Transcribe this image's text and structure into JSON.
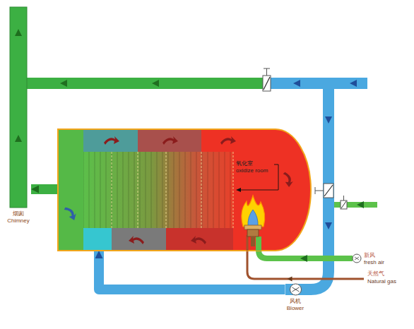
{
  "diagram": {
    "nodes": [
      {
        "text": [
          "烟囱",
          "Chimney"
        ]
      },
      {
        "text": [
          "氧化室",
          "oxidize room"
        ]
      },
      {
        "text": [
          "风机",
          "Blower"
        ]
      }
    ],
    "edges": [
      {
        "from": 1,
        "to": 0,
        "arrow": "to"
      },
      {
        "from": 2,
        "to": 1,
        "arrow": "to"
      }
    ],
    "labels": [
      "新风",
      "fresh air",
      "天然气",
      "Natural gas"
    ]
  }
}
